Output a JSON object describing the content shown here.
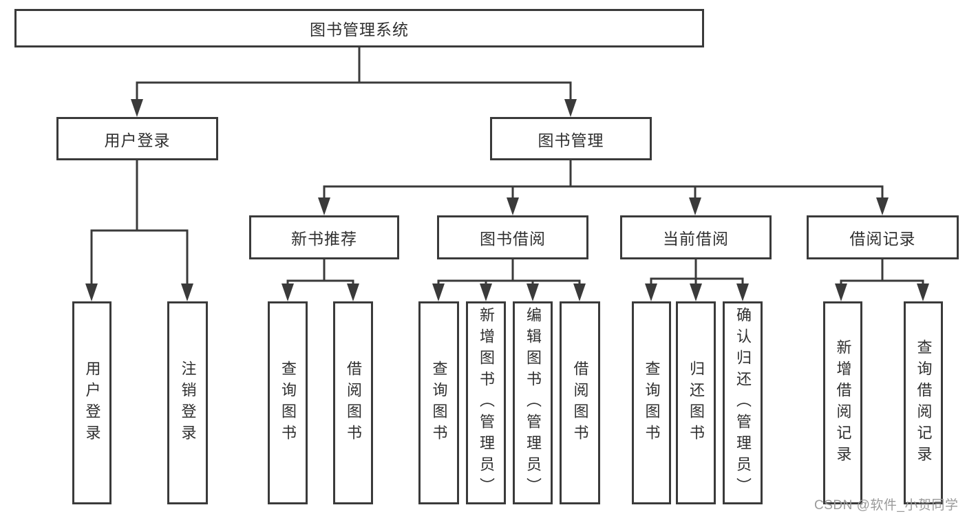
{
  "tree": {
    "root": {
      "label": "图书管理系统",
      "children": [
        {
          "label": "用户登录",
          "children": [
            {
              "label": "用户登录"
            },
            {
              "label": "注销登录"
            }
          ]
        },
        {
          "label": "图书管理",
          "children": [
            {
              "label": "新书推荐",
              "children": [
                {
                  "label": "查询图书"
                },
                {
                  "label": "借阅图书"
                }
              ]
            },
            {
              "label": "图书借阅",
              "children": [
                {
                  "label": "查询图书"
                },
                {
                  "label": "新增图书（管理员）"
                },
                {
                  "label": "编辑图书（管理员）"
                },
                {
                  "label": "借阅图书"
                }
              ]
            },
            {
              "label": "当前借阅",
              "children": [
                {
                  "label": "查询图书"
                },
                {
                  "label": "归还图书"
                },
                {
                  "label": "确认归还（管理员）"
                }
              ]
            },
            {
              "label": "借阅记录",
              "children": [
                {
                  "label": "新增借阅记录"
                },
                {
                  "label": "查询借阅记录"
                }
              ]
            }
          ]
        }
      ]
    }
  },
  "watermark": {
    "text": "CSDN @软件_小贺同学"
  },
  "colors": {
    "line": "#3a3a3a",
    "text": "#2f2f2f",
    "watermark": "#9a9a9a",
    "background": "#ffffff"
  }
}
